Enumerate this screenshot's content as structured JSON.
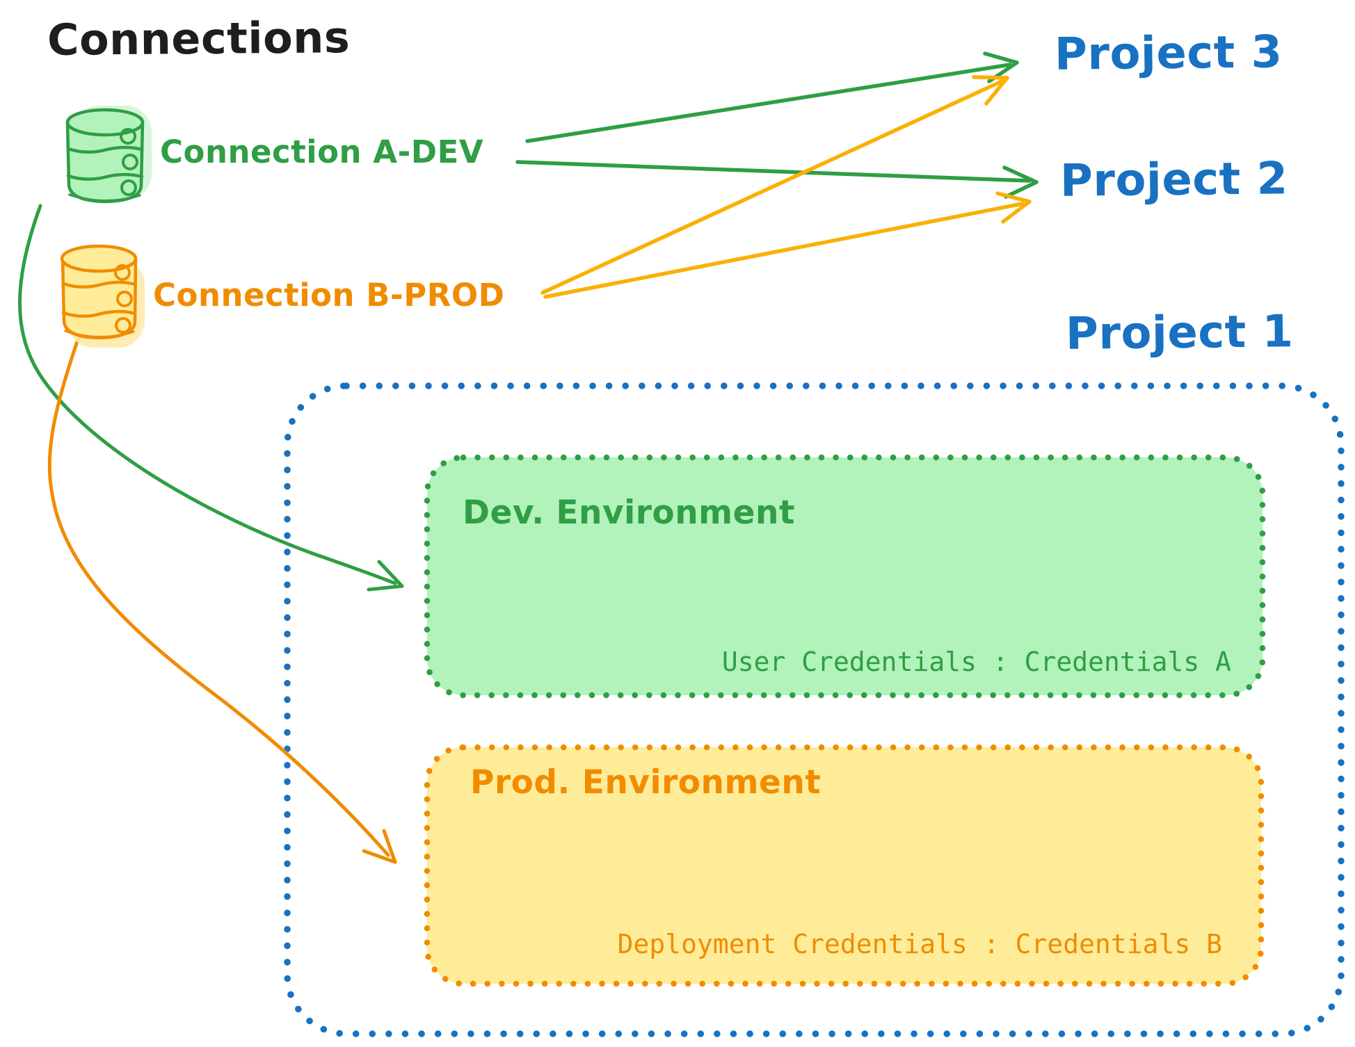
{
  "diagram": {
    "title": "Connections",
    "connections": [
      {
        "label": "Connection A-DEV",
        "color": "#2f9e44",
        "targets": [
          "Project 3",
          "Project 2",
          "Dev. Environment"
        ]
      },
      {
        "label": "Connection B-PROD",
        "color": "#f08c00",
        "targets": [
          "Project 3",
          "Project 2",
          "Prod. Environment"
        ]
      }
    ],
    "projects": [
      {
        "label": "Project 3"
      },
      {
        "label": "Project 2"
      },
      {
        "label": "Project 1"
      }
    ],
    "project1_box": {
      "environments": [
        {
          "name": "Dev. Environment",
          "credentials": "User Credentials : Credentials A",
          "stroke": "#2f9e44",
          "fill": "#b2f2bb"
        },
        {
          "name": "Prod. Environment",
          "credentials": "Deployment Credentials : Credentials B",
          "stroke": "#f08c00",
          "fill": "#ffec99"
        }
      ]
    },
    "colors": {
      "blue": "#1971c2",
      "green": "#2f9e44",
      "orange": "#f08c00",
      "yellow_arrow": "#fab005",
      "green_fill": "#b2f2bb",
      "yellow_fill": "#ffec99",
      "ink": "#1e1e1e"
    }
  }
}
